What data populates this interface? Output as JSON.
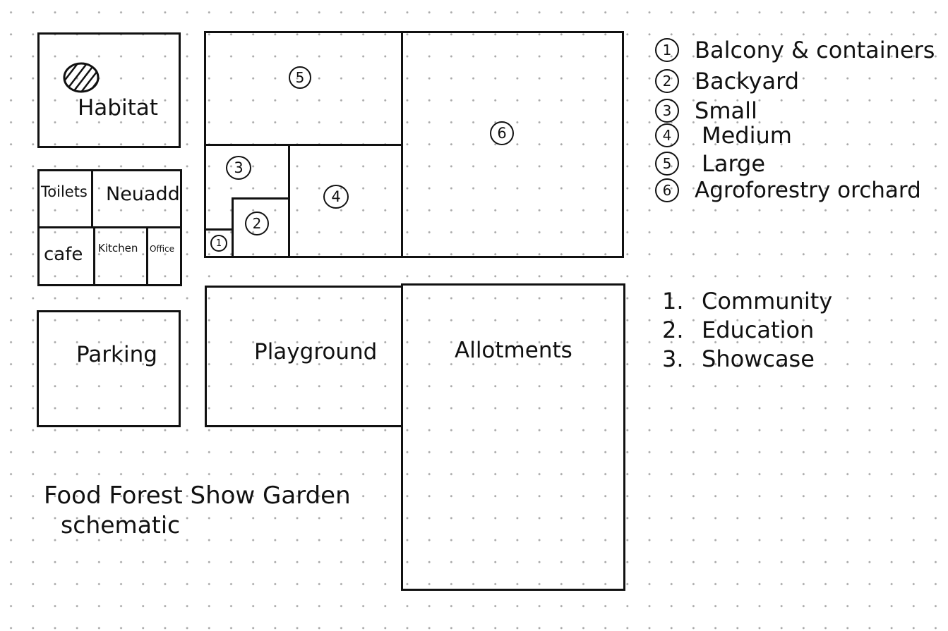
{
  "blocks": {
    "habitat": "Habitat",
    "toilets": "Toilets",
    "nursery": "Neuadd",
    "cafe": "cafe",
    "kitchen": "Kitchen",
    "office": "Office",
    "parking": "Parking",
    "playground": "Playground",
    "allotments": "Allotments"
  },
  "zones": {
    "z1": "1",
    "z2": "2",
    "z3": "3",
    "z4": "4",
    "z5": "5",
    "z6": "6"
  },
  "legend": [
    {
      "num": "1",
      "label": "Balcony & containers"
    },
    {
      "num": "2",
      "label": "Backyard"
    },
    {
      "num": "3",
      "label": "Small"
    },
    {
      "num": "4",
      "label": "Medium"
    },
    {
      "num": "5",
      "label": "Large"
    },
    {
      "num": "6",
      "label": "Agroforestry orchard"
    }
  ],
  "goals": [
    {
      "num": "1.",
      "label": "Community"
    },
    {
      "num": "2.",
      "label": "Education"
    },
    {
      "num": "3.",
      "label": "Showcase"
    }
  ],
  "caption": {
    "line1": "Food Forest Show Garden",
    "line2": "schematic"
  }
}
